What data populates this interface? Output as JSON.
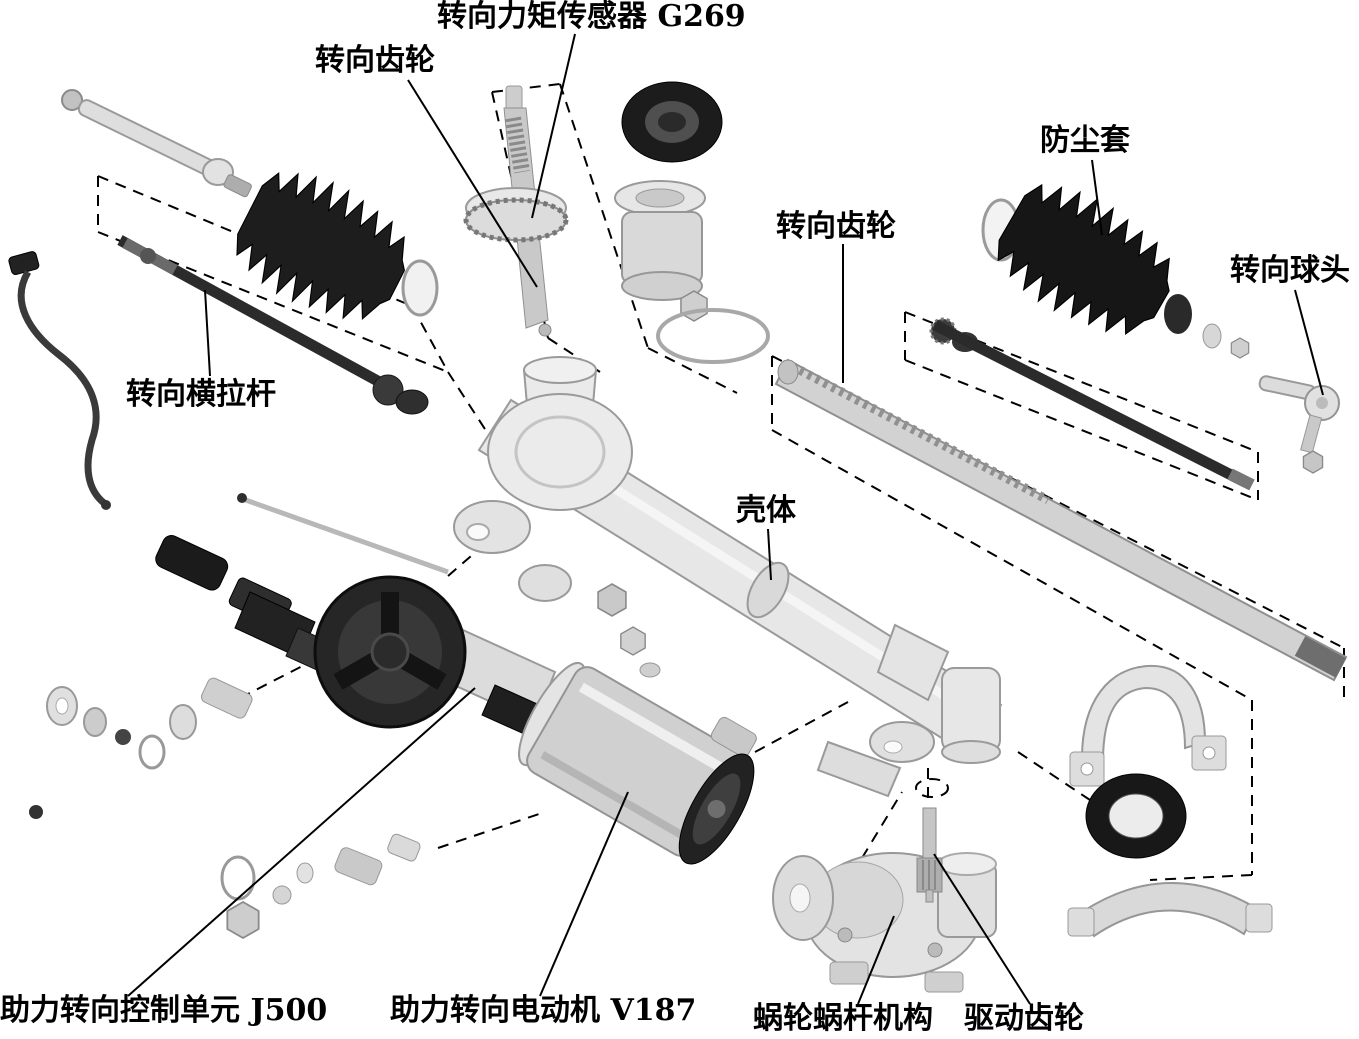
{
  "figure": {
    "type": "exploded-parts-diagram",
    "background_color": "#ffffff",
    "line_color": "#000000"
  },
  "labels": {
    "torque_sensor": "转向力矩传感器 G269",
    "steering_gear_top": "转向齿轮",
    "dust_boot": "防尘套",
    "steering_gear_mid": "转向齿轮",
    "tie_rod_end": "转向球头",
    "tie_rod": "转向横拉杆",
    "housing": "壳体",
    "control_unit": "助力转向控制单元 J500",
    "motor": "助力转向电动机 V187",
    "worm_gear": "蜗轮蜗杆机构",
    "drive_gear": "驱动齿轮"
  }
}
